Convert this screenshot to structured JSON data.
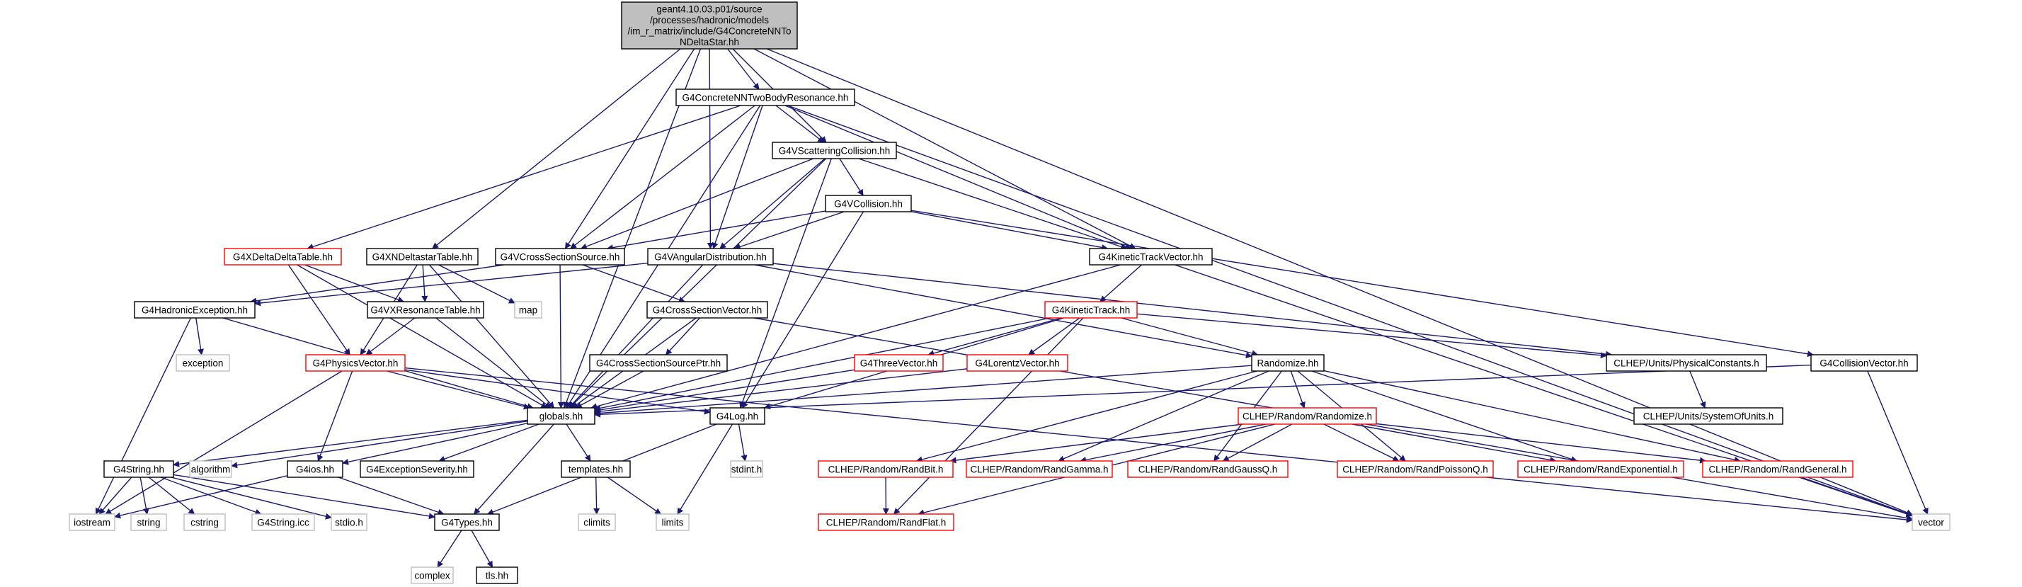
{
  "colors": {
    "edge": "#191970",
    "root_fill": "#bfbfbf",
    "default_border": "#000000",
    "red_border": "#ff0000",
    "gray_border": "#bfbfbf",
    "text": "#000000"
  },
  "nodes": [
    {
      "id": "root",
      "style": "root",
      "label": [
        "geant4.10.03.p01/source",
        "/processes/hadronic/models",
        "/im_r_matrix/include/G4ConcreteNNTo",
        "NDeltaStar.hh"
      ]
    },
    {
      "id": "nntbr",
      "style": "black",
      "label": [
        "G4ConcreteNNTwoBodyResonance.hh"
      ]
    },
    {
      "id": "vscat",
      "style": "black",
      "label": [
        "G4VScatteringCollision.hh"
      ]
    },
    {
      "id": "vcoll",
      "style": "black",
      "label": [
        "G4VCollision.hh"
      ]
    },
    {
      "id": "xdd",
      "style": "red",
      "label": [
        "G4XDeltaDeltaTable.hh"
      ]
    },
    {
      "id": "xndst",
      "style": "black",
      "label": [
        "G4XNDeltastarTable.hh"
      ]
    },
    {
      "id": "vcss",
      "style": "black",
      "label": [
        "G4VCrossSectionSource.hh"
      ]
    },
    {
      "id": "vang",
      "style": "black",
      "label": [
        "G4VAngularDistribution.hh"
      ]
    },
    {
      "id": "ktv",
      "style": "black",
      "label": [
        "G4KineticTrackVector.hh"
      ]
    },
    {
      "id": "hexc",
      "style": "black",
      "label": [
        "G4HadronicException.hh"
      ]
    },
    {
      "id": "vxres",
      "style": "black",
      "label": [
        "G4VXResonanceTable.hh"
      ]
    },
    {
      "id": "map",
      "style": "gray",
      "label": [
        "map"
      ]
    },
    {
      "id": "csv",
      "style": "black",
      "label": [
        "G4CrossSectionVector.hh"
      ]
    },
    {
      "id": "kt",
      "style": "red",
      "label": [
        "G4KineticTrack.hh"
      ]
    },
    {
      "id": "exception",
      "style": "gray",
      "label": [
        "exception"
      ]
    },
    {
      "id": "physv",
      "style": "red",
      "label": [
        "G4PhysicsVector.hh"
      ]
    },
    {
      "id": "cssptr",
      "style": "black",
      "label": [
        "G4CrossSectionSourcePtr.hh"
      ]
    },
    {
      "id": "threev",
      "style": "red",
      "label": [
        "G4ThreeVector.hh"
      ]
    },
    {
      "id": "lorentz",
      "style": "red",
      "label": [
        "G4LorentzVector.hh"
      ]
    },
    {
      "id": "randomize",
      "style": "black",
      "label": [
        "Randomize.hh"
      ]
    },
    {
      "id": "physconst",
      "style": "black",
      "label": [
        "CLHEP/Units/PhysicalConstants.h"
      ]
    },
    {
      "id": "collv",
      "style": "black",
      "label": [
        "G4CollisionVector.hh"
      ]
    },
    {
      "id": "globals",
      "style": "black",
      "label": [
        "globals.hh"
      ]
    },
    {
      "id": "g4log",
      "style": "black",
      "label": [
        "G4Log.hh"
      ]
    },
    {
      "id": "clrandomize",
      "style": "red",
      "label": [
        "CLHEP/Random/Randomize.h"
      ]
    },
    {
      "id": "sysunits",
      "style": "black",
      "label": [
        "CLHEP/Units/SystemOfUnits.h"
      ]
    },
    {
      "id": "g4string",
      "style": "black",
      "label": [
        "G4String.hh"
      ]
    },
    {
      "id": "algorithm",
      "style": "gray",
      "label": [
        "algorithm"
      ]
    },
    {
      "id": "g4ios",
      "style": "black",
      "label": [
        "G4ios.hh"
      ]
    },
    {
      "id": "excsev",
      "style": "black",
      "label": [
        "G4ExceptionSeverity.hh"
      ]
    },
    {
      "id": "templates",
      "style": "black",
      "label": [
        "templates.hh"
      ]
    },
    {
      "id": "stdint",
      "style": "gray",
      "label": [
        "stdint.h"
      ]
    },
    {
      "id": "randbit",
      "style": "red",
      "label": [
        "CLHEP/Random/RandBit.h"
      ]
    },
    {
      "id": "randgamma",
      "style": "red",
      "label": [
        "CLHEP/Random/RandGamma.h"
      ]
    },
    {
      "id": "randgaussq",
      "style": "red",
      "label": [
        "CLHEP/Random/RandGaussQ.h"
      ]
    },
    {
      "id": "randpoisson",
      "style": "red",
      "label": [
        "CLHEP/Random/RandPoissonQ.h"
      ]
    },
    {
      "id": "randexp",
      "style": "red",
      "label": [
        "CLHEP/Random/RandExponential.h"
      ]
    },
    {
      "id": "randgeneral",
      "style": "red",
      "label": [
        "CLHEP/Random/RandGeneral.h"
      ]
    },
    {
      "id": "iostream",
      "style": "gray",
      "label": [
        "iostream"
      ]
    },
    {
      "id": "string",
      "style": "gray",
      "label": [
        "string"
      ]
    },
    {
      "id": "cstring",
      "style": "gray",
      "label": [
        "cstring"
      ]
    },
    {
      "id": "g4stringicc",
      "style": "gray",
      "label": [
        "G4String.icc"
      ]
    },
    {
      "id": "stdio",
      "style": "gray",
      "label": [
        "stdio.h"
      ]
    },
    {
      "id": "g4types",
      "style": "black",
      "label": [
        "G4Types.hh"
      ]
    },
    {
      "id": "climits",
      "style": "gray",
      "label": [
        "climits"
      ]
    },
    {
      "id": "limits",
      "style": "gray",
      "label": [
        "limits"
      ]
    },
    {
      "id": "vector",
      "style": "gray",
      "label": [
        "vector"
      ]
    },
    {
      "id": "randflat",
      "style": "red",
      "label": [
        "CLHEP/Random/RandFlat.h"
      ]
    },
    {
      "id": "complex",
      "style": "gray",
      "label": [
        "complex"
      ]
    },
    {
      "id": "tls",
      "style": "black",
      "label": [
        "tls.hh"
      ]
    }
  ],
  "edges": [
    [
      "root",
      "nntbr"
    ],
    [
      "root",
      "vscat"
    ],
    [
      "root",
      "xndst"
    ],
    [
      "root",
      "vcss"
    ],
    [
      "root",
      "vang"
    ],
    [
      "root",
      "ktv"
    ],
    [
      "root",
      "globals"
    ],
    [
      "root",
      "vector"
    ],
    [
      "nntbr",
      "vscat"
    ],
    [
      "nntbr",
      "xdd"
    ],
    [
      "nntbr",
      "vcss"
    ],
    [
      "nntbr",
      "vang"
    ],
    [
      "nntbr",
      "ktv"
    ],
    [
      "nntbr",
      "globals"
    ],
    [
      "nntbr",
      "vector"
    ],
    [
      "vscat",
      "vcoll"
    ],
    [
      "vscat",
      "vcss"
    ],
    [
      "vscat",
      "vang"
    ],
    [
      "vscat",
      "ktv"
    ],
    [
      "vscat",
      "globals"
    ],
    [
      "vscat",
      "g4log"
    ],
    [
      "vcoll",
      "vcss"
    ],
    [
      "vcoll",
      "vang"
    ],
    [
      "vcoll",
      "ktv"
    ],
    [
      "vcoll",
      "collv"
    ],
    [
      "vcoll",
      "g4log"
    ],
    [
      "xdd",
      "vxres"
    ],
    [
      "xdd",
      "physv"
    ],
    [
      "xdd",
      "globals"
    ],
    [
      "xndst",
      "vxres"
    ],
    [
      "xndst",
      "map"
    ],
    [
      "xndst",
      "physv"
    ],
    [
      "xndst",
      "globals"
    ],
    [
      "vcss",
      "csv"
    ],
    [
      "vcss",
      "hexc"
    ],
    [
      "vcss",
      "globals"
    ],
    [
      "vang",
      "hexc"
    ],
    [
      "vang",
      "physconst"
    ],
    [
      "vang",
      "randomize"
    ],
    [
      "vang",
      "globals"
    ],
    [
      "ktv",
      "kt"
    ],
    [
      "ktv",
      "globals"
    ],
    [
      "ktv",
      "vector"
    ],
    [
      "hexc",
      "exception"
    ],
    [
      "hexc",
      "iostream"
    ],
    [
      "hexc",
      "globals"
    ],
    [
      "vxres",
      "physv"
    ],
    [
      "vxres",
      "globals"
    ],
    [
      "csv",
      "cssptr"
    ],
    [
      "csv",
      "globals"
    ],
    [
      "csv",
      "vector"
    ],
    [
      "cssptr",
      "globals"
    ],
    [
      "kt",
      "threev"
    ],
    [
      "kt",
      "lorentz"
    ],
    [
      "kt",
      "randomize"
    ],
    [
      "kt",
      "physconst"
    ],
    [
      "kt",
      "globals"
    ],
    [
      "kt",
      "g4log"
    ],
    [
      "kt",
      "randflat"
    ],
    [
      "threev",
      "globals"
    ],
    [
      "lorentz",
      "globals"
    ],
    [
      "randomize",
      "clrandomize"
    ],
    [
      "randomize",
      "randbit"
    ],
    [
      "randomize",
      "randgamma"
    ],
    [
      "randomize",
      "randgaussq"
    ],
    [
      "randomize",
      "randpoisson"
    ],
    [
      "randomize",
      "randexp"
    ],
    [
      "randomize",
      "randgeneral"
    ],
    [
      "randomize",
      "globals"
    ],
    [
      "physconst",
      "sysunits"
    ],
    [
      "collv",
      "globals"
    ],
    [
      "collv",
      "vector"
    ],
    [
      "physv",
      "globals"
    ],
    [
      "physv",
      "g4ios"
    ],
    [
      "physv",
      "iostream"
    ],
    [
      "physv",
      "g4log"
    ],
    [
      "physv",
      "vector"
    ],
    [
      "globals",
      "g4string"
    ],
    [
      "globals",
      "algorithm"
    ],
    [
      "globals",
      "g4ios"
    ],
    [
      "globals",
      "excsev"
    ],
    [
      "globals",
      "templates"
    ],
    [
      "globals",
      "g4types"
    ],
    [
      "g4log",
      "g4types"
    ],
    [
      "g4log",
      "stdint"
    ],
    [
      "g4log",
      "limits"
    ],
    [
      "clrandomize",
      "randbit"
    ],
    [
      "clrandomize",
      "randgamma"
    ],
    [
      "clrandomize",
      "randgaussq"
    ],
    [
      "clrandomize",
      "randpoisson"
    ],
    [
      "clrandomize",
      "randexp"
    ],
    [
      "clrandomize",
      "randgeneral"
    ],
    [
      "clrandomize",
      "randflat"
    ],
    [
      "randbit",
      "randflat"
    ],
    [
      "randgeneral",
      "vector"
    ],
    [
      "g4string",
      "iostream"
    ],
    [
      "g4string",
      "string"
    ],
    [
      "g4string",
      "cstring"
    ],
    [
      "g4string",
      "g4stringicc"
    ],
    [
      "g4string",
      "stdio"
    ],
    [
      "g4string",
      "g4types"
    ],
    [
      "g4ios",
      "iostream"
    ],
    [
      "g4ios",
      "g4types"
    ],
    [
      "templates",
      "climits"
    ],
    [
      "templates",
      "limits"
    ],
    [
      "g4types",
      "complex"
    ],
    [
      "g4types",
      "tls"
    ]
  ]
}
